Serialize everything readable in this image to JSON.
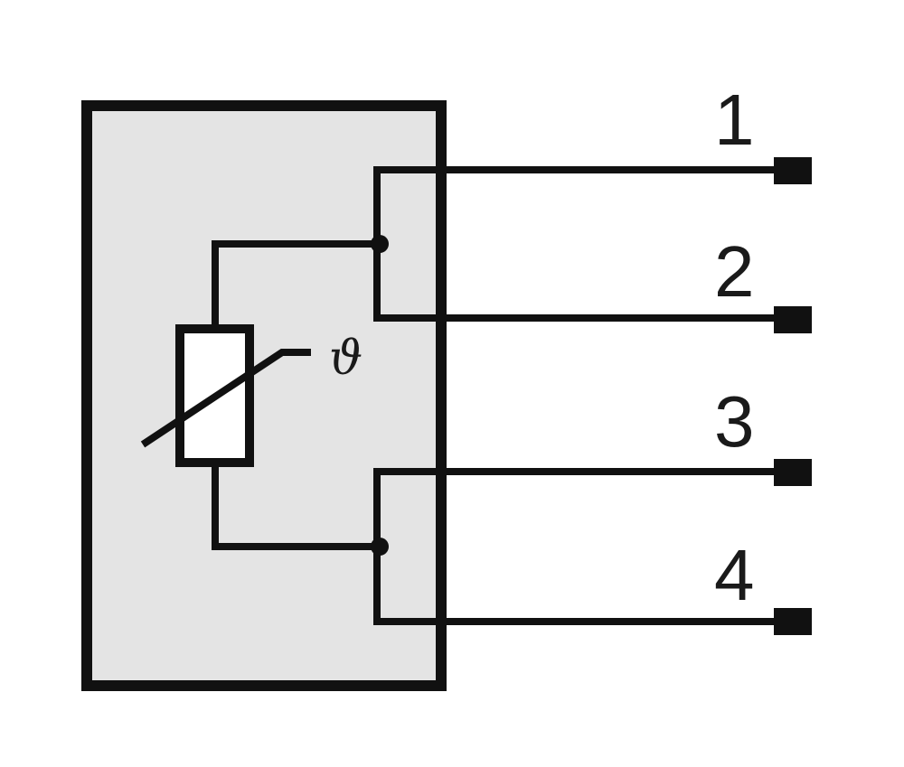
{
  "diagram": {
    "symbol": "ϑ",
    "terminals": [
      {
        "label": "1"
      },
      {
        "label": "2"
      },
      {
        "label": "3"
      },
      {
        "label": "4"
      }
    ],
    "colors": {
      "housing_fill": "#e4e4e4",
      "line": "#111111",
      "background": "#ffffff",
      "resistor_fill": "#ffffff"
    }
  }
}
